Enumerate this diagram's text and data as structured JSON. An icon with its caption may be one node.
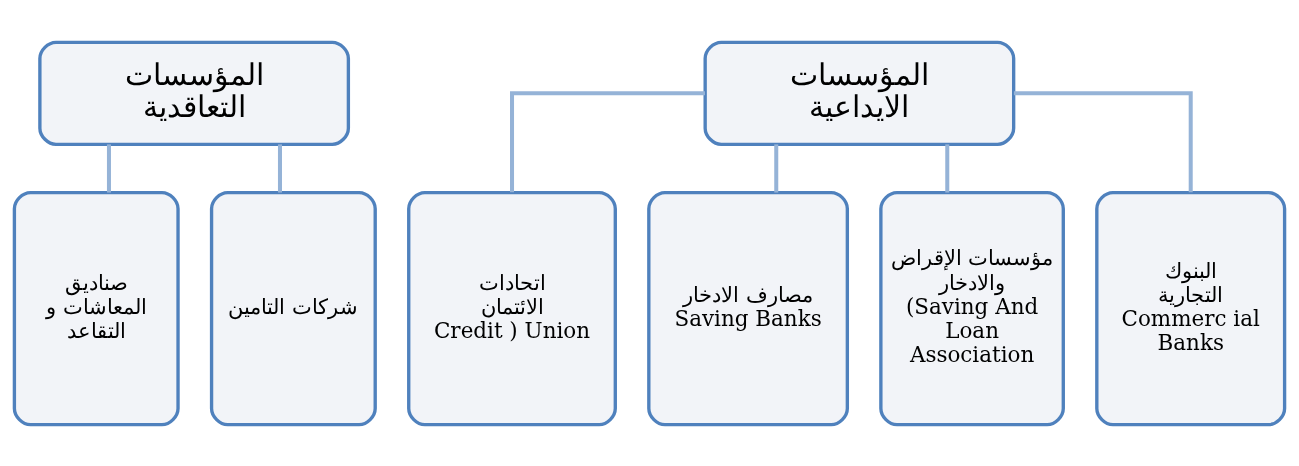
{
  "diagram": {
    "nodes": [
      {
        "text": [
          "المؤسسات الايداعية"
        ]
      },
      {
        "text": [
          "البنوك التجارية Commerc ial Banks"
        ]
      },
      {
        "text": [
          "مؤسسات الإقراض والادخار (Saving And Loan Association"
        ]
      },
      {
        "text": [
          "مصارف الادخار Saving Banks"
        ]
      },
      {
        "text": [
          "اتحادات الائتمان Credit ) Union"
        ]
      },
      {
        "text": [
          "المؤسسات التعاقدية"
        ]
      },
      {
        "text": [
          "شركات التامين"
        ]
      },
      {
        "text": [
          "صناديق المعاشات و التقاعد"
        ]
      }
    ],
    "edges": [
      {
        "from": 0,
        "to": 1,
        "arrow": "none"
      },
      {
        "from": 0,
        "to": 2,
        "arrow": "none"
      },
      {
        "from": 0,
        "to": 3,
        "arrow": "none"
      },
      {
        "from": 0,
        "to": 4,
        "arrow": "none"
      },
      {
        "from": 5,
        "to": 6,
        "arrow": "none"
      },
      {
        "from": 5,
        "to": 7,
        "arrow": "none"
      }
    ]
  }
}
